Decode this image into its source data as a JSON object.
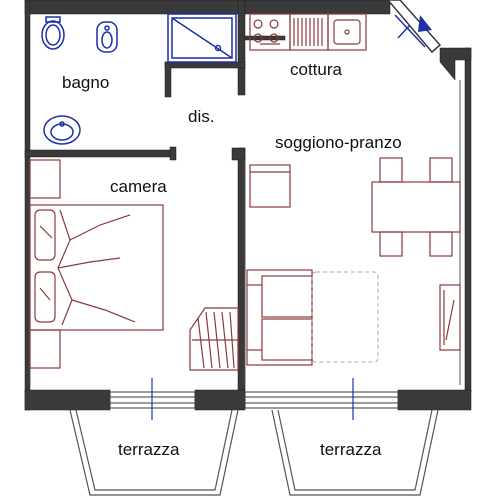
{
  "plan": {
    "rooms": {
      "bagno": "bagno",
      "dis": "dis.",
      "cottura": "cottura",
      "soggiorno": "soggiono-pranzo",
      "camera": "camera",
      "terrazza_left": "terrazza",
      "terrazza_right": "terrazza"
    },
    "colors": {
      "wall": "#3a3a3a",
      "furniture": "#8b3a3a",
      "fixture_blue": "#1c2fa8",
      "window_blue": "#2233aa",
      "dashed": "#aaaaaa"
    }
  }
}
